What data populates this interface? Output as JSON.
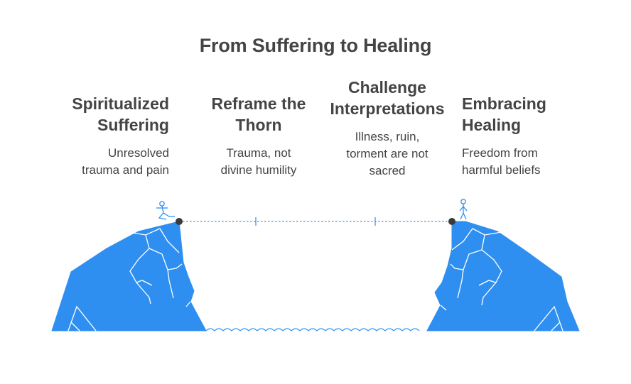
{
  "title": "From Suffering to Healing",
  "columns": [
    {
      "heading": "Spiritualized\nSuffering",
      "description": "Unresolved\ntrauma and pain"
    },
    {
      "heading": "Reframe the\nThorn",
      "description": "Trauma, not\ndivine humility"
    },
    {
      "heading": "Challenge\nInterpretations",
      "description": "Illness, ruin,\ntorment are not\nsacred"
    },
    {
      "heading": "Embracing\nHealing",
      "description": "Freedom from\nharmful beliefs"
    }
  ],
  "colors": {
    "cliff": "#2f8ff0",
    "cliff_line": "#ffffff",
    "figure": "#2f8ff0",
    "bridge": "#3f95ea",
    "node": "#3a3a3a",
    "water": "#2f8ff0",
    "text": "#444444"
  },
  "icons": {
    "left_figure": "person-stepping-icon",
    "right_figure": "person-standing-icon"
  }
}
